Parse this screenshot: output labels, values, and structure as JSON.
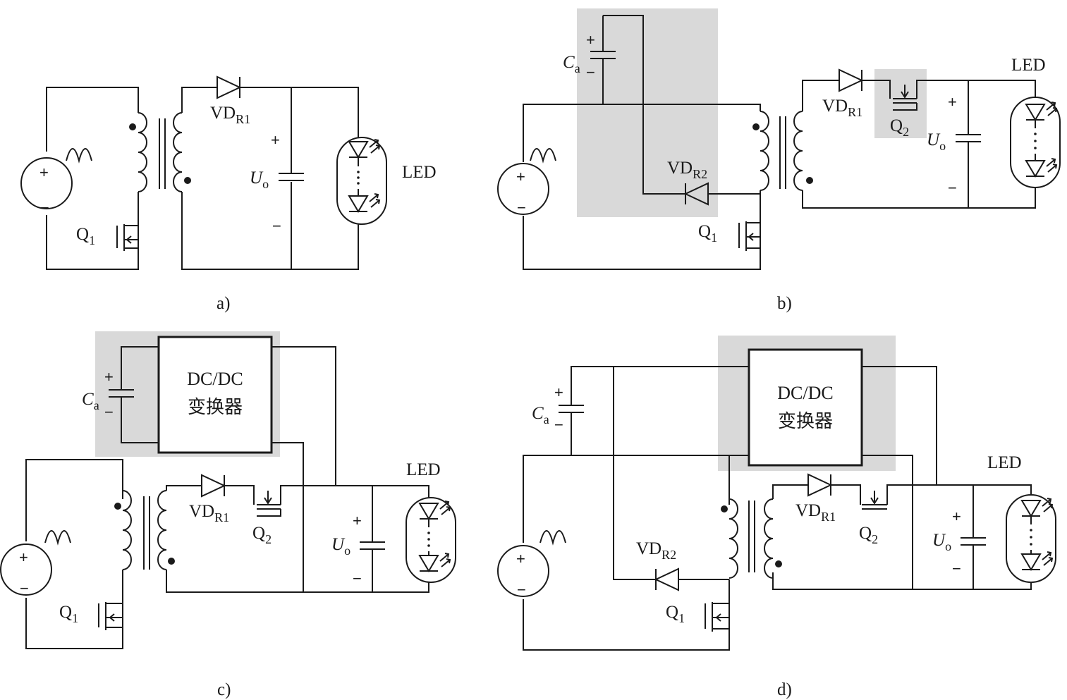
{
  "labels": {
    "vd_r1": {
      "main": "VD",
      "sub": "R1"
    },
    "vd_r2": {
      "main": "VD",
      "sub": "R2"
    },
    "q1": {
      "main": "Q",
      "sub": "1"
    },
    "q2": {
      "main": "Q",
      "sub": "2"
    },
    "uo": {
      "main": "U",
      "sub": "o"
    },
    "ca": {
      "main": "C",
      "sub": "a"
    },
    "led": "LED",
    "plus": "+",
    "minus": "−",
    "dcdc_line1": "DC/DC",
    "dcdc_line2": "变换器"
  },
  "captions": {
    "a": "a)",
    "b": "b)",
    "c": "c)",
    "d": "d)"
  },
  "colors": {
    "shade": "#d9d9d9",
    "line": "#1a1a1a",
    "background": "#ffffff"
  }
}
